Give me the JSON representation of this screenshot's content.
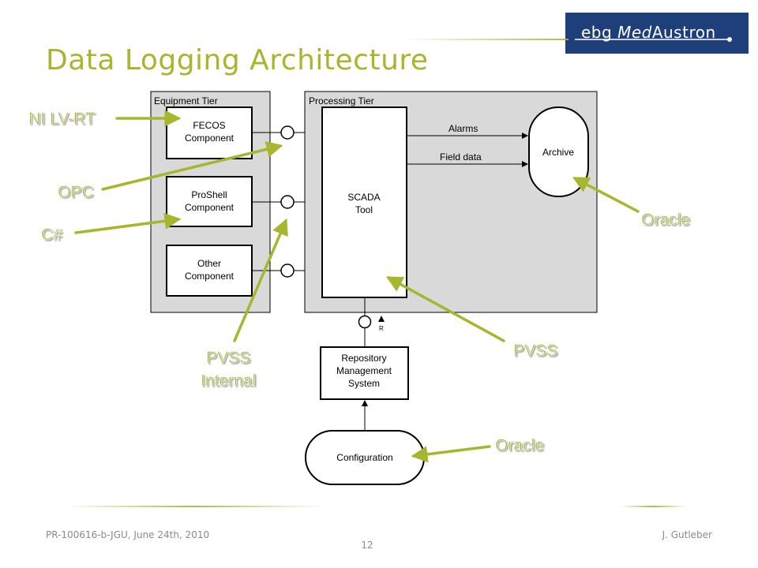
{
  "slide": {
    "title": "Data Logging Architecture",
    "logo": {
      "prefix": "ebg ",
      "accent": "Med",
      "suffix": "Austron"
    },
    "footer_left": "PR-100616-b-JGU, June 24th, 2010",
    "footer_right": "J. Gutleber",
    "page_number": "12"
  },
  "diagram": {
    "equipment_tier": {
      "label": "Equipment Tier",
      "components": [
        {
          "line1": "FECOS",
          "line2": "Component"
        },
        {
          "line1": "ProShell",
          "line2": "Component"
        },
        {
          "line1": "Other",
          "line2": "Component"
        }
      ]
    },
    "processing_tier": {
      "label": "Processing Tier"
    },
    "scada": {
      "line1": "SCADA",
      "line2": "Tool"
    },
    "archive": "Archive",
    "arrows": {
      "alarms": "Alarms",
      "field_data": "Field data"
    },
    "repository": {
      "line1": "Repository",
      "line2": "Management",
      "line3": "System"
    },
    "r_label": "R",
    "configuration": "Configuration"
  },
  "annotations": {
    "ni_lvrt": "NI LV-RT",
    "opc": "OPC",
    "csharp": "C#",
    "pvss_internal_1": "PVSS",
    "pvss_internal_2": "Internal",
    "pvss": "PVSS",
    "oracle_archive": "Oracle",
    "oracle_config": "Oracle"
  },
  "colors": {
    "accent": "#a8b52e",
    "logo_bg": "#1f3f7a",
    "tier_fill": "#d9d9d9"
  }
}
